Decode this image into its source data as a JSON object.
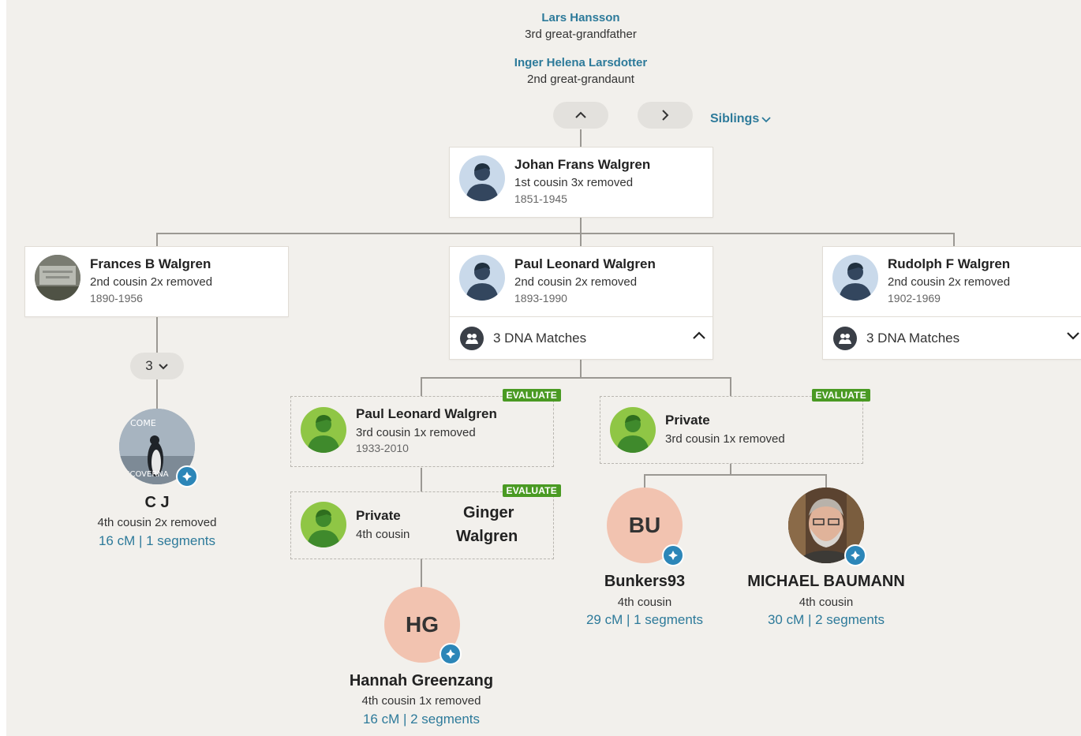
{
  "ancestors": [
    {
      "name": "Lars Hansson",
      "relationship": "3rd great-grandfather"
    },
    {
      "name": "Inger Helena Larsdotter",
      "relationship": "2nd great-grandaunt"
    }
  ],
  "siblings_label": "Siblings",
  "focus": {
    "name": "Johan Frans Walgren",
    "relationship": "1st cousin 3x removed",
    "years": "1851-1945"
  },
  "children": [
    {
      "name": "Frances B Walgren",
      "relationship": "2nd cousin 2x removed",
      "years": "1890-1956",
      "descendant_count": "3"
    },
    {
      "name": "Paul Leonard Walgren",
      "relationship": "2nd cousin 2x removed",
      "years": "1893-1990",
      "dna_matches": "3 DNA Matches"
    },
    {
      "name": "Rudolph F Walgren",
      "relationship": "2nd cousin 2x removed",
      "years": "1902-1969",
      "dna_matches": "3 DNA Matches"
    }
  ],
  "evaluate_label": "EVALUATE",
  "grandchildren": [
    {
      "name": "Paul Leonard Walgren",
      "relationship": "3rd cousin 1x removed",
      "years": "1933-2010"
    },
    {
      "name": "Private",
      "relationship": "3rd cousin 1x removed"
    },
    {
      "name": "Private",
      "relationship": "4th cousin",
      "extra_name_line1": "Ginger",
      "extra_name_line2": "Walgren"
    }
  ],
  "matches": [
    {
      "name": "C J",
      "relationship": "4th cousin 2x removed",
      "shared": "16 cM | 1 segments",
      "photo_text_top": "COME",
      "photo_text_bottom": "NCOVERNA"
    },
    {
      "initials": "HG",
      "name": "Hannah Greenzang",
      "relationship": "4th cousin 1x removed",
      "shared": "16 cM | 2 segments"
    },
    {
      "initials": "BU",
      "name": "Bunkers93",
      "relationship": "4th cousin",
      "shared": "29 cM | 1 segments"
    },
    {
      "name": "MICHAEL BAUMANN",
      "relationship": "4th cousin",
      "shared": "30 cM | 2 segments"
    }
  ],
  "colors": {
    "link": "#2d7a9a",
    "evaluate": "#4a9a23",
    "match_circle": "#f2c3b0",
    "badge": "#2c86b8",
    "background": "#f2f0ec"
  }
}
